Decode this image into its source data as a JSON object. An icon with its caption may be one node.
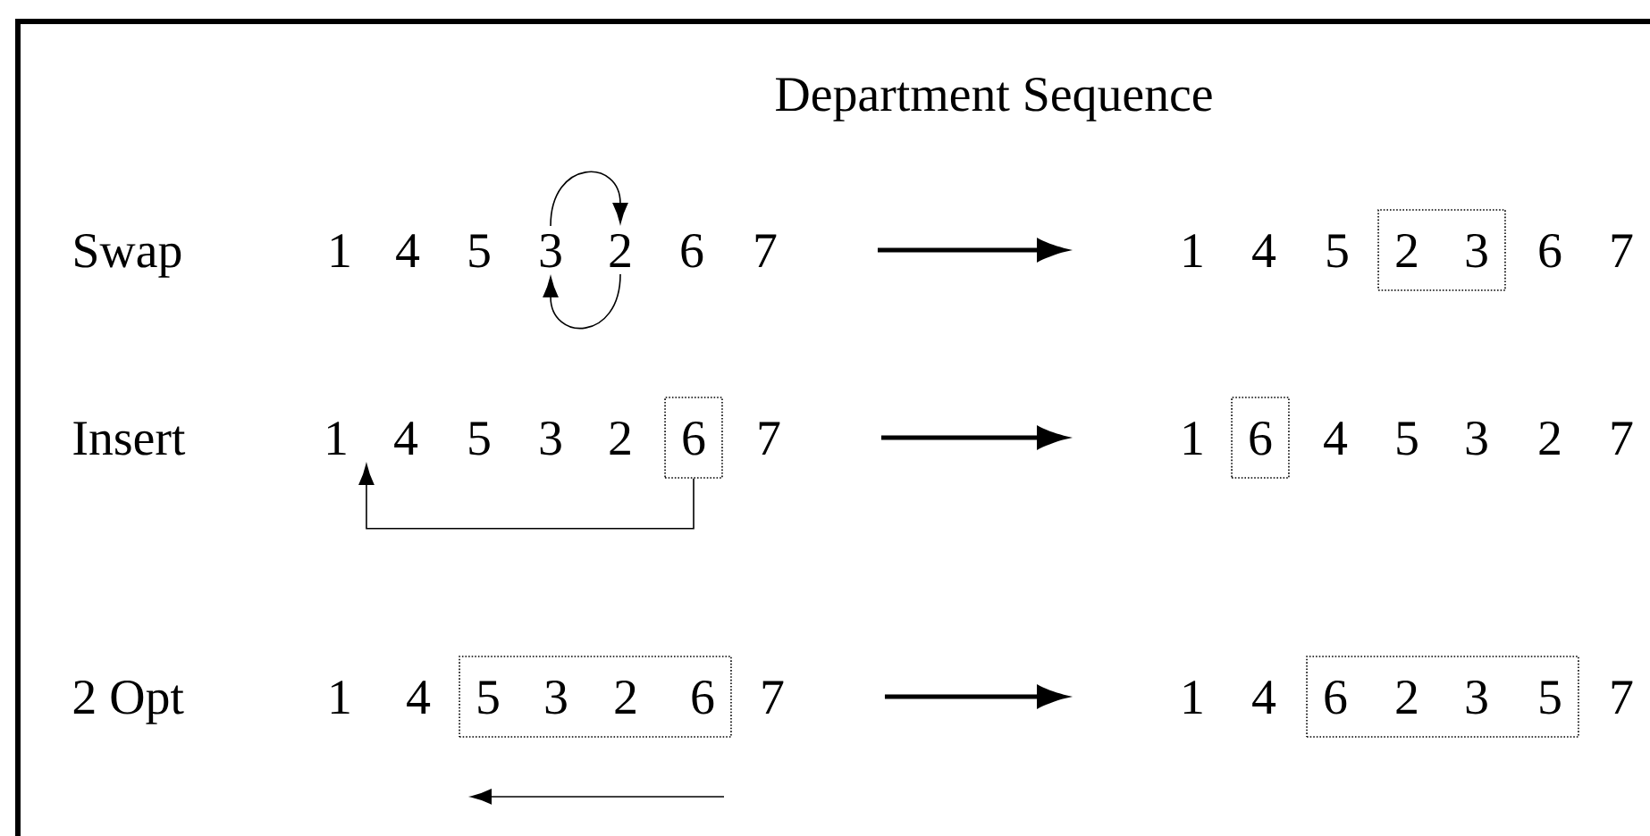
{
  "diagram": {
    "title": "Department Sequence",
    "nodes": [
      {
        "text": [
          "1"
        ]
      },
      {
        "text": [
          "4"
        ]
      },
      {
        "text": [
          "5"
        ]
      },
      {
        "text": [
          "3"
        ]
      },
      {
        "text": [
          "2"
        ]
      },
      {
        "text": [
          "6"
        ]
      },
      {
        "text": [
          "7"
        ]
      },
      {
        "text": [
          "1"
        ]
      },
      {
        "text": [
          "4"
        ]
      },
      {
        "text": [
          "5"
        ]
      },
      {
        "text": [],
        "shape": "box"
      },
      {
        "text": [
          "2"
        ],
        "in": 10
      },
      {
        "text": [
          "3"
        ],
        "in": 10
      },
      {
        "text": [
          "6"
        ]
      },
      {
        "text": [
          "7"
        ]
      },
      {
        "text": [
          "1"
        ]
      },
      {
        "text": [
          "4"
        ]
      },
      {
        "text": [
          "5"
        ]
      },
      {
        "text": [
          "3"
        ]
      },
      {
        "text": [
          "2"
        ]
      },
      {
        "text": [],
        "shape": "box"
      },
      {
        "text": [
          "6"
        ],
        "in": 20
      },
      {
        "text": [
          "7"
        ]
      },
      {
        "text": [
          "1"
        ]
      },
      {
        "text": [],
        "shape": "box"
      },
      {
        "text": [
          "6"
        ],
        "in": 24
      },
      {
        "text": [
          "4"
        ]
      },
      {
        "text": [
          "5"
        ]
      },
      {
        "text": [
          "3"
        ]
      },
      {
        "text": [
          "2"
        ]
      },
      {
        "text": [
          "7"
        ]
      },
      {
        "text": [
          "1"
        ]
      },
      {
        "text": [
          "4"
        ]
      },
      {
        "text": [],
        "shape": "box"
      },
      {
        "text": [
          "5"
        ],
        "in": 33
      },
      {
        "text": [
          "3"
        ],
        "in": 33
      },
      {
        "text": [
          "2"
        ],
        "in": 33
      },
      {
        "text": [
          "6"
        ],
        "in": 33
      },
      {
        "text": [
          "7"
        ]
      },
      {
        "text": [
          "1"
        ]
      },
      {
        "text": [
          "4"
        ]
      },
      {
        "text": [],
        "shape": "box"
      },
      {
        "text": [
          "6"
        ],
        "in": 41
      },
      {
        "text": [
          "2"
        ],
        "in": 41
      },
      {
        "text": [
          "3"
        ],
        "in": 41
      },
      {
        "text": [
          "5"
        ],
        "in": 41
      },
      {
        "text": [
          "7"
        ]
      }
    ],
    "edges": [
      {
        "from": 3,
        "to": 4,
        "arrow": "to"
      },
      {
        "from": 4,
        "to": 3,
        "arrow": "to"
      },
      {
        "from": 6,
        "to": 7,
        "arrow": "to",
        "style": "thick"
      },
      {
        "from": 20,
        "to": 15,
        "arrow": "to"
      },
      {
        "from": 22,
        "to": 23,
        "arrow": "to",
        "style": "thick"
      },
      {
        "from": 38,
        "to": 39,
        "arrow": "to",
        "style": "thick"
      }
    ],
    "labels": [
      "Swap",
      "Insert",
      "2 Opt"
    ]
  }
}
